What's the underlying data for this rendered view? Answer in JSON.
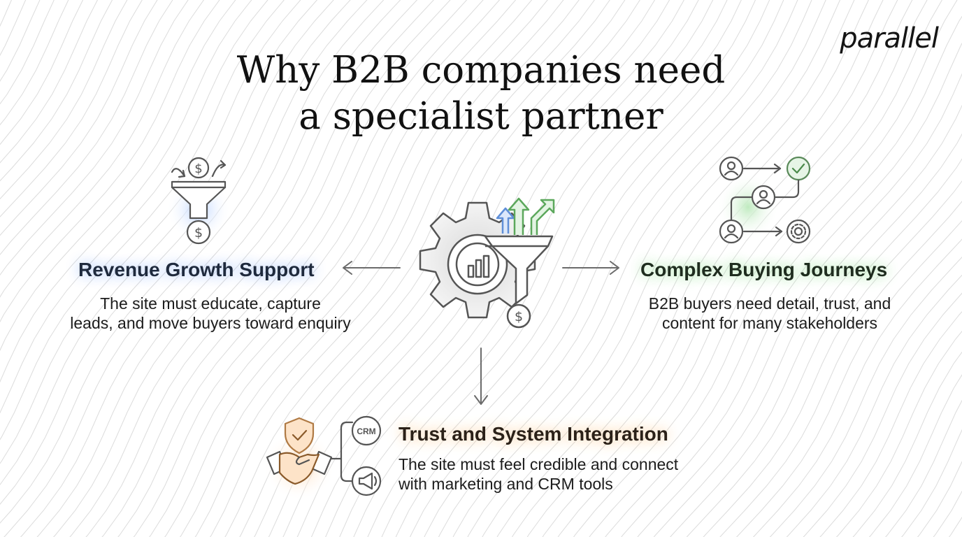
{
  "brand": {
    "logo_text": "parallel"
  },
  "title": {
    "line1": "Why B2B companies need",
    "line2": "a specialist partner"
  },
  "center": {
    "icon": "gear-funnel-growth-icon"
  },
  "cards": {
    "revenue": {
      "heading": "Revenue Growth Support",
      "desc_line1": "The site must educate, capture",
      "desc_line2": "leads, and move buyers toward enquiry",
      "icon": "funnel-dollar-icon",
      "accent": "#6f9df0"
    },
    "journeys": {
      "heading": "Complex Buying Journeys",
      "desc_line1": "B2B buyers need detail, trust, and",
      "desc_line2": "content for many stakeholders",
      "icon": "buyer-journey-icon",
      "accent": "#5cc95c"
    },
    "trust": {
      "heading": "Trust and System Integration",
      "desc_line1": "The site must feel credible and connect",
      "desc_line2": "with marketing and CRM tools",
      "icon": "handshake-shield-icon",
      "crm_label": "CRM",
      "accent": "#f4a460"
    }
  },
  "colors": {
    "text": "#111111",
    "icon_stroke": "#555555",
    "arrow": "#6b6b6b",
    "pattern": "#dcdcdc"
  }
}
